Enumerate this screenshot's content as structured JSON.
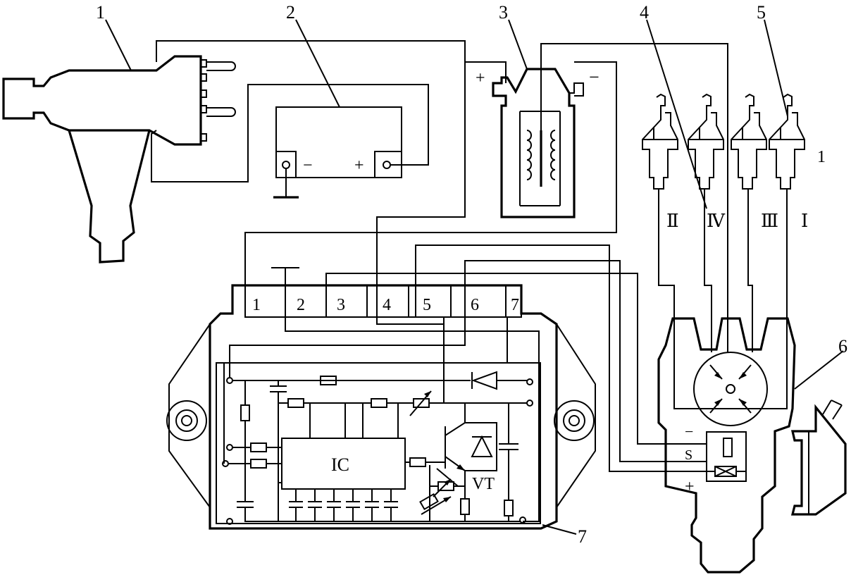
{
  "callouts": [
    "1",
    "2",
    "3",
    "4",
    "5",
    "6",
    "7"
  ],
  "terminals": [
    "1",
    "2",
    "3",
    "4",
    "5",
    "6",
    "7"
  ],
  "polarity": {
    "plus": "+",
    "minus": "−"
  },
  "cylinders": [
    "Ⅱ",
    "Ⅳ",
    "Ⅲ",
    "Ⅰ"
  ],
  "firing_mark": "1",
  "module_labels": {
    "ic": "IC",
    "vt": "VT"
  },
  "sensor_label": "S",
  "colors": {
    "line": "#000000",
    "background": "#ffffff"
  }
}
